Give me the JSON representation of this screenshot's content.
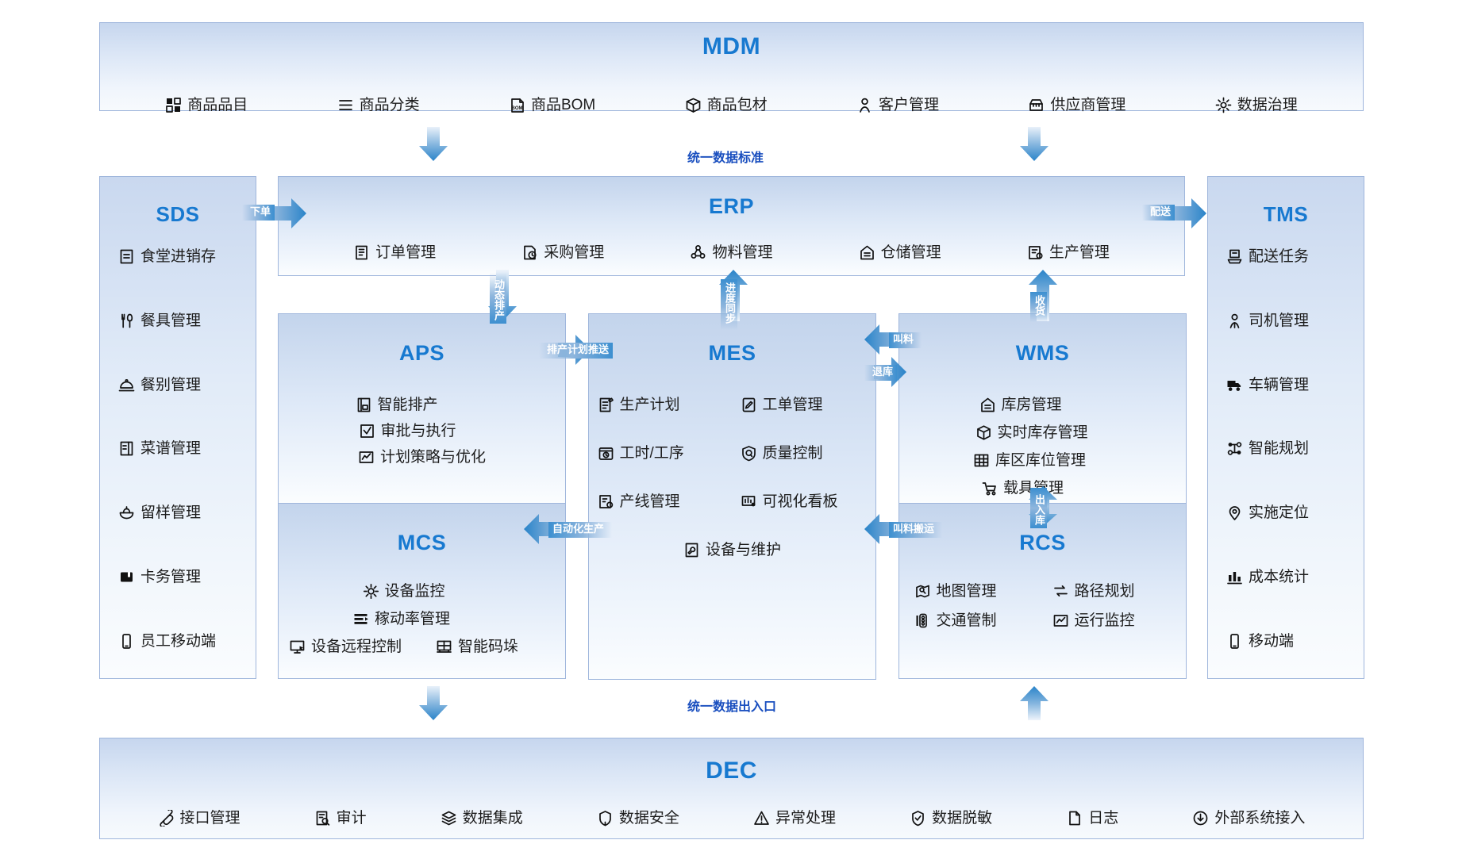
{
  "diagram": {
    "accent": "#1779d0",
    "label_color": "#1a4fbf",
    "arrow_color": "#2f86c9"
  },
  "mdm": {
    "title": "MDM",
    "items": [
      {
        "icon": "grid-blocks-icon",
        "label": "商品品目"
      },
      {
        "icon": "list-lines-icon",
        "label": "商品分类"
      },
      {
        "icon": "bom-file-icon",
        "label": "商品BOM"
      },
      {
        "icon": "package-box-icon",
        "label": "商品包材"
      },
      {
        "icon": "user-person-icon",
        "label": "客户管理"
      },
      {
        "icon": "shop-store-icon",
        "label": "供应商管理"
      },
      {
        "icon": "gear-settings-icon",
        "label": "数据治理"
      }
    ]
  },
  "sds": {
    "title": "SDS",
    "items": [
      {
        "icon": "document-inventory-icon",
        "label": "食堂进销存"
      },
      {
        "icon": "fork-spoon-icon",
        "label": "餐具管理"
      },
      {
        "icon": "cloche-dome-icon",
        "label": "餐别管理"
      },
      {
        "icon": "menu-book-icon",
        "label": "菜谱管理"
      },
      {
        "icon": "bowl-sample-icon",
        "label": "留样管理"
      },
      {
        "icon": "card-wallet-icon",
        "label": "卡务管理"
      },
      {
        "icon": "mobile-phone-icon",
        "label": "员工移动端"
      }
    ]
  },
  "tms": {
    "title": "TMS",
    "items": [
      {
        "icon": "delivery-task-icon",
        "label": "配送任务"
      },
      {
        "icon": "driver-person-icon",
        "label": "司机管理"
      },
      {
        "icon": "truck-icon",
        "label": "车辆管理"
      },
      {
        "icon": "route-plan-icon",
        "label": "智能规划"
      },
      {
        "icon": "map-pin-icon",
        "label": "实施定位"
      },
      {
        "icon": "bar-chart-icon",
        "label": "成本统计"
      },
      {
        "icon": "mobile-phone-icon",
        "label": "移动端"
      }
    ]
  },
  "erp": {
    "title": "ERP",
    "items": [
      {
        "icon": "order-doc-icon",
        "label": "订单管理"
      },
      {
        "icon": "purchase-clock-icon",
        "label": "采购管理"
      },
      {
        "icon": "material-molecule-icon",
        "label": "物料管理"
      },
      {
        "icon": "warehouse-icon",
        "label": "仓储管理"
      },
      {
        "icon": "production-gear-icon",
        "label": "生产管理"
      }
    ]
  },
  "aps": {
    "title": "APS",
    "items": [
      {
        "icon": "smart-schedule-icon",
        "label": "智能排产"
      },
      {
        "icon": "approve-check-icon",
        "label": "审批与执行"
      },
      {
        "icon": "strategy-chart-icon",
        "label": "计划策略与优化"
      }
    ]
  },
  "mes": {
    "title": "MES",
    "items": [
      {
        "icon": "plan-doc-icon",
        "label": "生产计划"
      },
      {
        "icon": "workorder-pen-icon",
        "label": "工单管理"
      },
      {
        "icon": "clock-process-icon",
        "label": "工时/工序"
      },
      {
        "icon": "quality-shield-icon",
        "label": "质量控制"
      },
      {
        "icon": "line-gear-icon",
        "label": "产线管理"
      },
      {
        "icon": "dashboard-view-icon",
        "label": "可视化看板"
      },
      {
        "icon": "wrench-doc-icon",
        "label": "设备与维护"
      }
    ]
  },
  "wms": {
    "title": "WMS",
    "items": [
      {
        "icon": "warehouse-icon",
        "label": "库房管理"
      },
      {
        "icon": "cube-box-icon",
        "label": "实时库存管理"
      },
      {
        "icon": "grid-table-icon",
        "label": "库区库位管理"
      },
      {
        "icon": "cart-carrier-icon",
        "label": "载具管理"
      }
    ]
  },
  "mcs": {
    "title": "MCS",
    "items": [
      {
        "icon": "gear-monitor-icon",
        "label": "设备监控"
      },
      {
        "icon": "utilization-bars-icon",
        "label": "稼动率管理"
      },
      {
        "icon": "remote-screen-icon",
        "label": "设备远程控制"
      },
      {
        "icon": "palletize-icon",
        "label": "智能码垛"
      }
    ]
  },
  "rcs": {
    "title": "RCS",
    "items": [
      {
        "icon": "map-manage-icon",
        "label": "地图管理"
      },
      {
        "icon": "path-swap-icon",
        "label": "路径规划"
      },
      {
        "icon": "traffic-light-icon",
        "label": "交通管制"
      },
      {
        "icon": "monitor-chart-icon",
        "label": "运行监控"
      }
    ]
  },
  "dec": {
    "title": "DEC",
    "items": [
      {
        "icon": "api-link-icon",
        "label": "接口管理"
      },
      {
        "icon": "audit-search-icon",
        "label": "审计"
      },
      {
        "icon": "layers-integrate-icon",
        "label": "数据集成"
      },
      {
        "icon": "security-shield-icon",
        "label": "数据安全"
      },
      {
        "icon": "warning-triangle-icon",
        "label": "异常处理"
      },
      {
        "icon": "mask-shield-check-icon",
        "label": "数据脱敏"
      },
      {
        "icon": "log-file-icon",
        "label": "日志"
      },
      {
        "icon": "external-download-icon",
        "label": "外部系统接入"
      }
    ]
  },
  "connectors": {
    "unified_standard": "统一数据标准",
    "unified_gateway": "统一数据出入口",
    "order_place": "下单",
    "delivery": "配送",
    "dynamic_schedule": "动态排产",
    "progress_sync": "进度同步",
    "goods_receipt": "收货",
    "plan_push": "排产计划推送",
    "call_material": "叫料",
    "return_stock": "退库",
    "auto_production": "自动化生产",
    "call_material_move": "叫料搬运",
    "in_out_stock": "出入库"
  }
}
